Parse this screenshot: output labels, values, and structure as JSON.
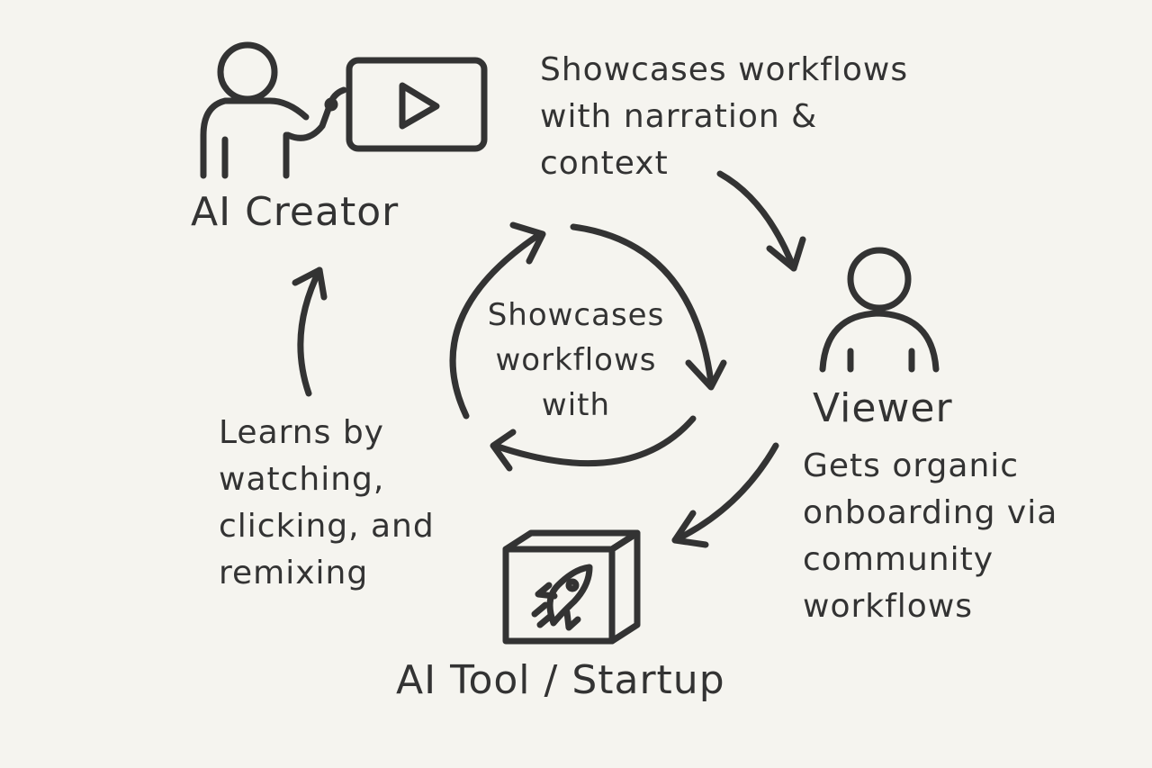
{
  "colors": {
    "background": "#f5f4ef",
    "ink": "#333333"
  },
  "nodes": {
    "creator": {
      "label": "AI Creator",
      "icons": [
        "person-icon",
        "video-play-icon"
      ]
    },
    "viewer": {
      "label": "Viewer",
      "icons": [
        "person-icon"
      ]
    },
    "tool": {
      "label": "AI Tool / Startup",
      "icons": [
        "box-rocket-icon"
      ]
    }
  },
  "captions": {
    "creator_to_viewer": [
      "Showcases workflows",
      "with narration &",
      "context"
    ],
    "viewer_to_tool": [
      "Gets organic",
      "onboarding via",
      "community",
      "workflows"
    ],
    "tool_to_creator": [
      "Learns by",
      "watching,",
      "clicking, and",
      "remixing"
    ]
  },
  "center": {
    "lines": [
      "Showcases",
      "workflows",
      "with"
    ]
  }
}
